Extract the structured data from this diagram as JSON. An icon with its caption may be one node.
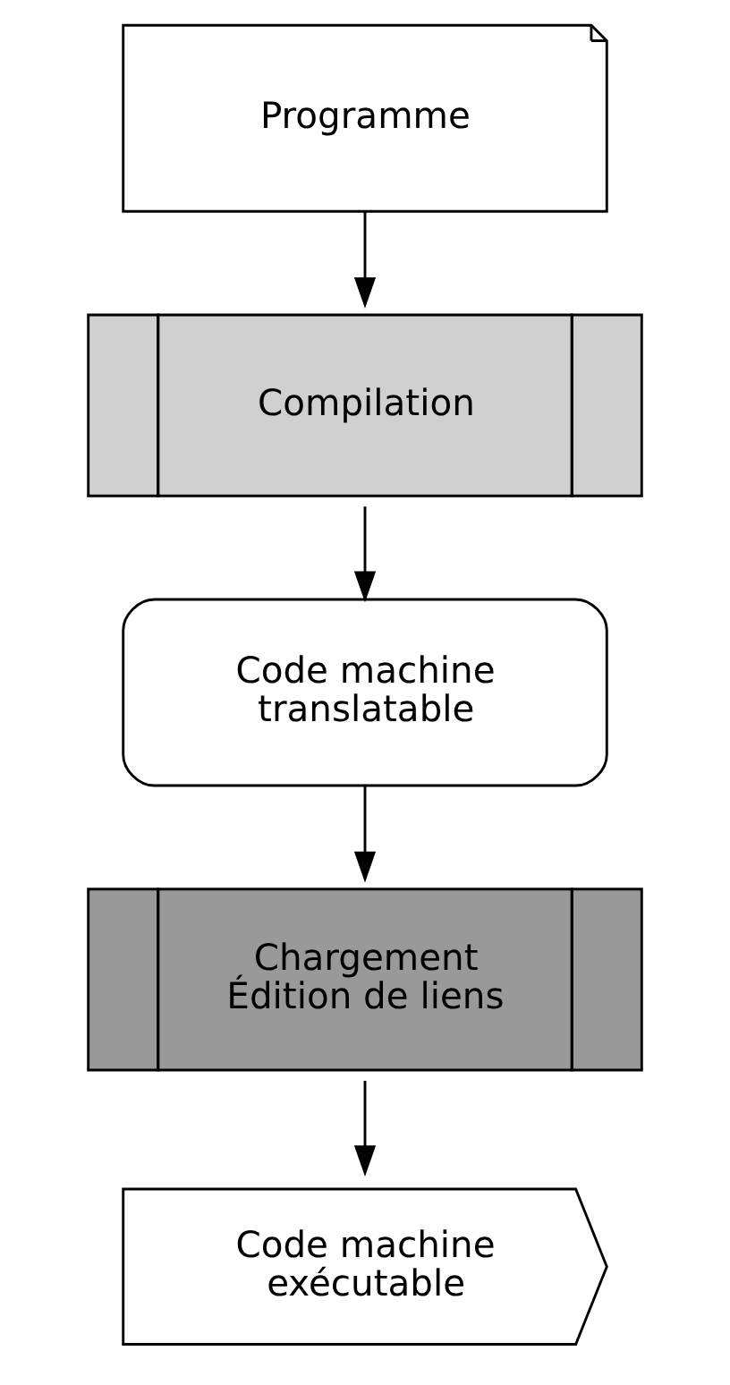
{
  "diagram": {
    "nodes": [
      {
        "text": [
          "Programme"
        ]
      },
      {
        "text": [
          "Compilation"
        ]
      },
      {
        "text": [
          "Code machine translatable"
        ]
      },
      {
        "text": [
          "Chargement Édition de liens"
        ]
      },
      {
        "text": [
          "Code machine exécutable"
        ]
      }
    ],
    "edges": [
      {
        "from": 0,
        "to": 1,
        "arrow": "to"
      },
      {
        "from": 1,
        "to": 2,
        "arrow": "to"
      },
      {
        "from": 2,
        "to": 3,
        "arrow": "to"
      },
      {
        "from": 3,
        "to": 4,
        "arrow": "to"
      }
    ]
  }
}
